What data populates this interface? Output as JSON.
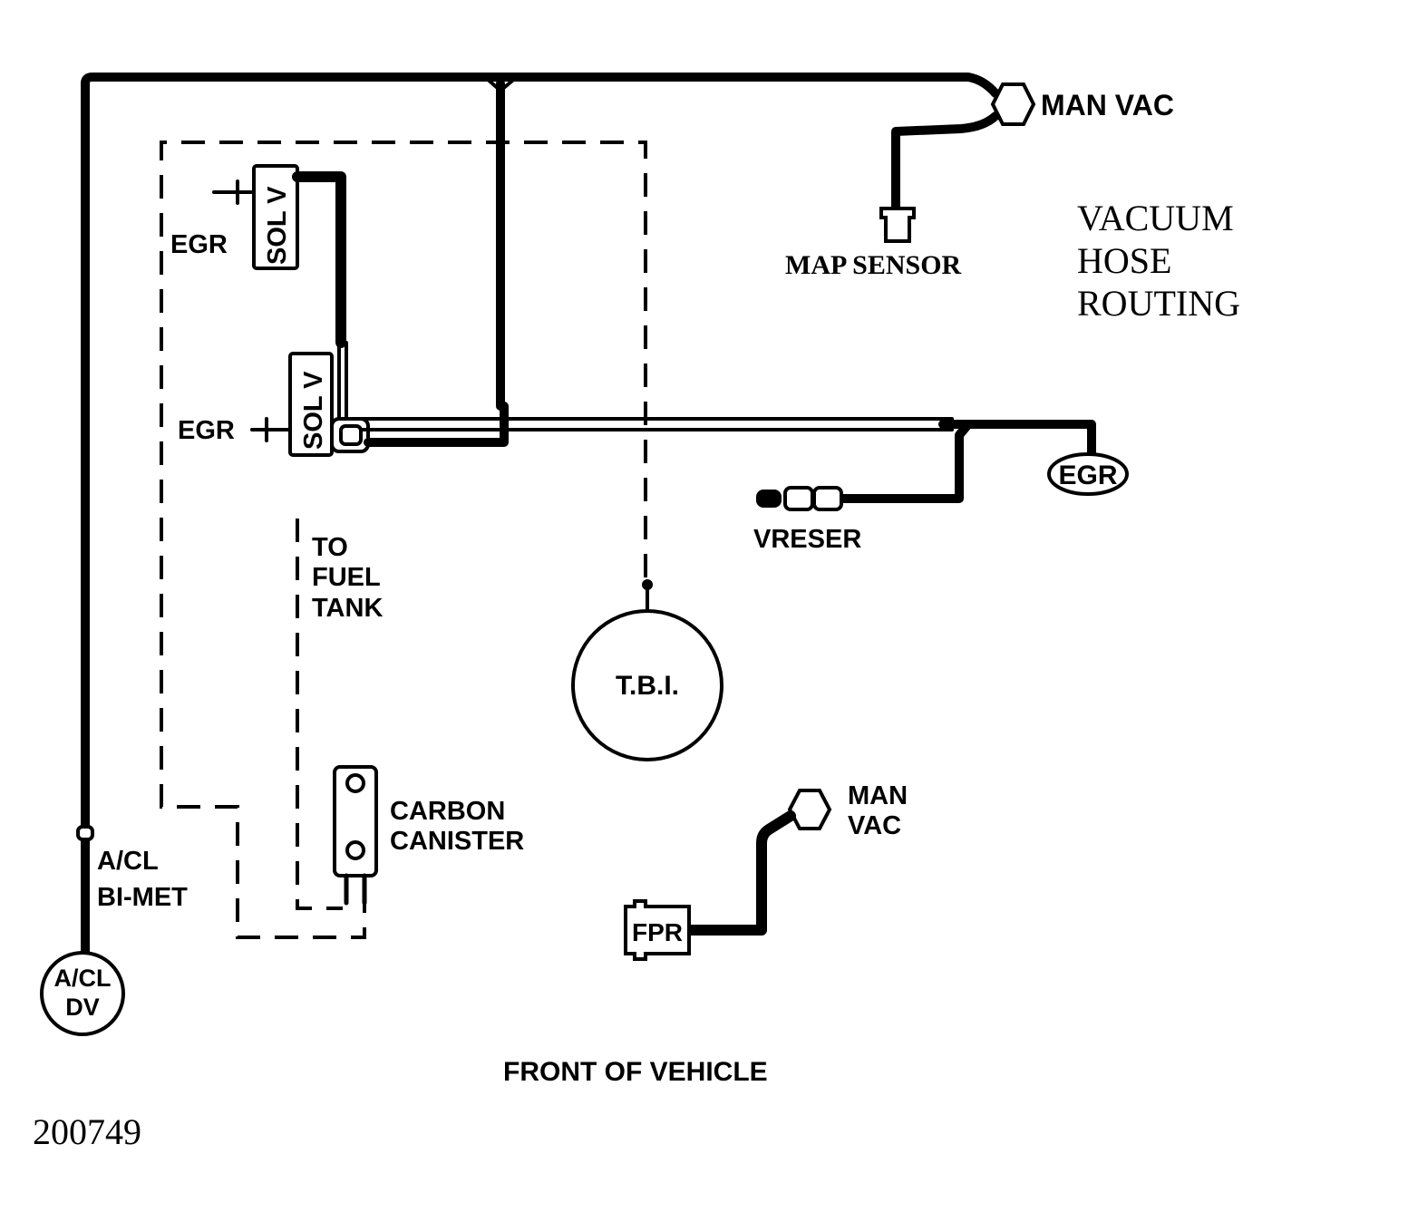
{
  "labels": {
    "man_vac_top": "MAN VAC",
    "map_sensor": "MAP SENSOR",
    "title_line1": "VACUUM",
    "title_line2": "HOSE",
    "title_line3": "ROUTING",
    "egr_upper": "EGR",
    "sol_v_upper": "SOL V",
    "egr_lower": "EGR",
    "sol_v_lower": "SOL V",
    "egr_valve": "EGR",
    "vreser": "VRESER",
    "to_fuel_tank_1": "TO",
    "to_fuel_tank_2": "FUEL",
    "to_fuel_tank_3": "TANK",
    "tbi": "T.B.I.",
    "carbon_canister_1": "CARBON",
    "carbon_canister_2": "CANISTER",
    "acl_bimet_1": "A/CL",
    "acl_bimet_2": "BI-MET",
    "acl_dv_1": "A/CL",
    "acl_dv_2": "DV",
    "man_vac_bottom_1": "MAN",
    "man_vac_bottom_2": "VAC",
    "fpr": "FPR",
    "front_of_vehicle": "FRONT OF VEHICLE",
    "figure_number": "200749"
  },
  "colors": {
    "line": "#000000",
    "background": "#ffffff"
  }
}
